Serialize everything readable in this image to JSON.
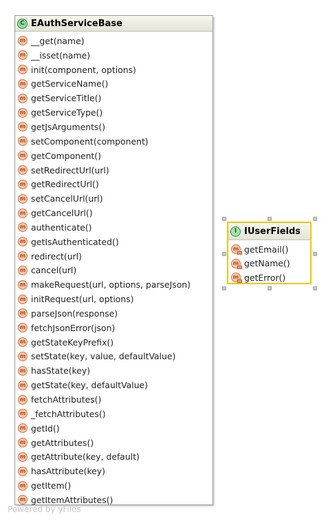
{
  "class_box": {
    "stereotype_icon": "class-c-icon",
    "name": "EAuthServiceBase",
    "methods": [
      "__get(name)",
      "__isset(name)",
      "init(component, options)",
      "getServiceName()",
      "getServiceTitle()",
      "getServiceType()",
      "getJsArguments()",
      "setComponent(component)",
      "getComponent()",
      "setRedirectUrl(url)",
      "getRedirectUrl()",
      "setCancelUrl(url)",
      "getCancelUrl()",
      "authenticate()",
      "getIsAuthenticated()",
      "redirect(url)",
      "cancel(url)",
      "makeRequest(url, options, parseJson)",
      "initRequest(url, options)",
      "parseJson(response)",
      "fetchJsonError(json)",
      "getStateKeyPrefix()",
      "setState(key, value, defaultValue)",
      "hasState(key)",
      "getState(key, defaultValue)",
      "fetchAttributes()",
      "_fetchAttributes()",
      "getId()",
      "getAttributes()",
      "getAttribute(key, default)",
      "hasAttribute(key)",
      "getItem()",
      "getItemAttributes()"
    ],
    "method_icon_letter": "m"
  },
  "interface_box": {
    "stereotype_icon": "interface-i-icon",
    "badge_letter": "I",
    "name": "IUserFields",
    "methods": [
      "getEmail()",
      "getName()",
      "getError()"
    ],
    "selected": true,
    "selection_color": "#f2c500"
  },
  "class_badge_letter": "C",
  "footer": "Powered by yFiles"
}
